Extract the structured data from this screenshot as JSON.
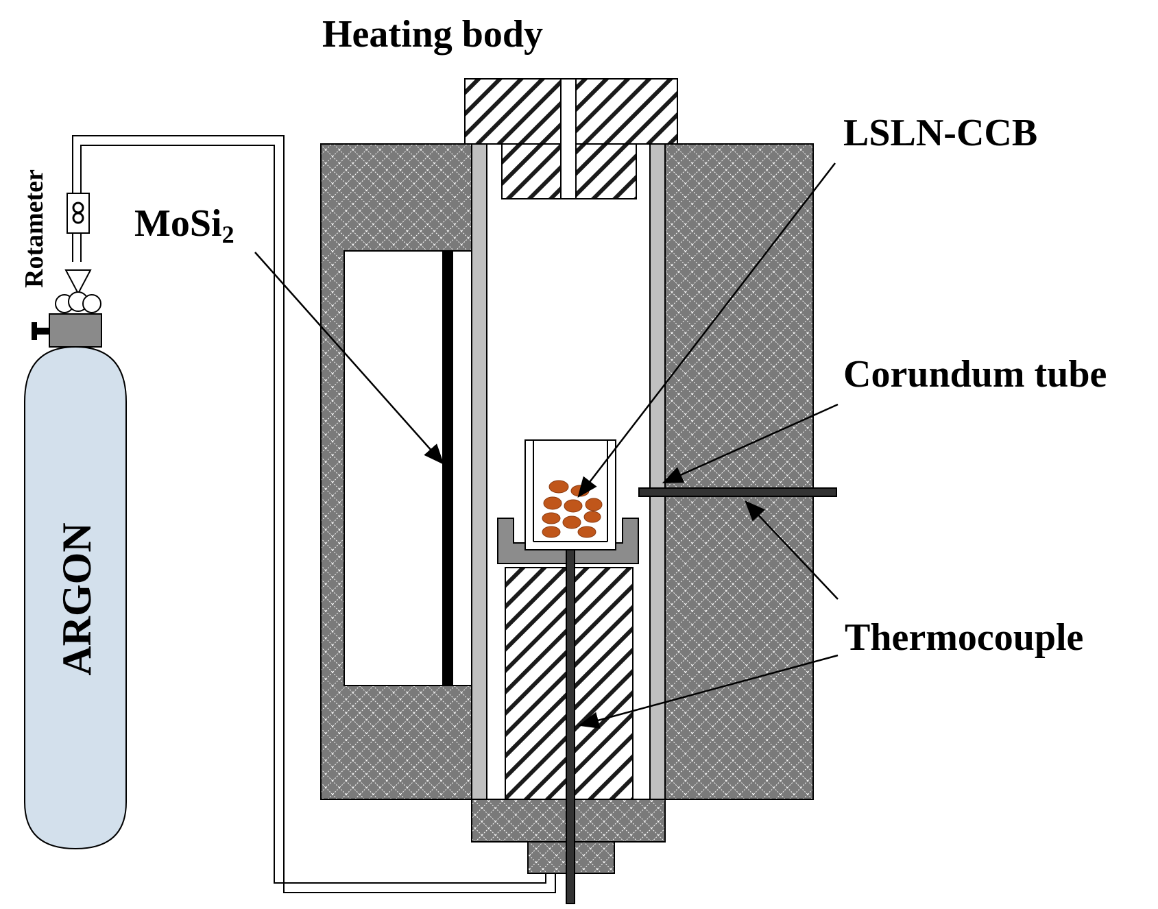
{
  "labels": {
    "heating_body": "Heating body",
    "lsln_ccb": "LSLN-CCB",
    "mosi2_main": "MoSi",
    "mosi2_sub": "2",
    "corundum_tube": "Corundum tube",
    "thermocouple": "Thermocouple",
    "rotameter": "Rotameter",
    "argon": "ARGON"
  },
  "colors": {
    "insulation_fill": "#7a7a7a",
    "corundum_fill": "#c0c0c0",
    "cylinder_fill": "#d3e0ec",
    "pellet_fill": "#c0561a",
    "holder_fill": "#8c8c8c",
    "valve_fill": "#8a8a8a"
  }
}
